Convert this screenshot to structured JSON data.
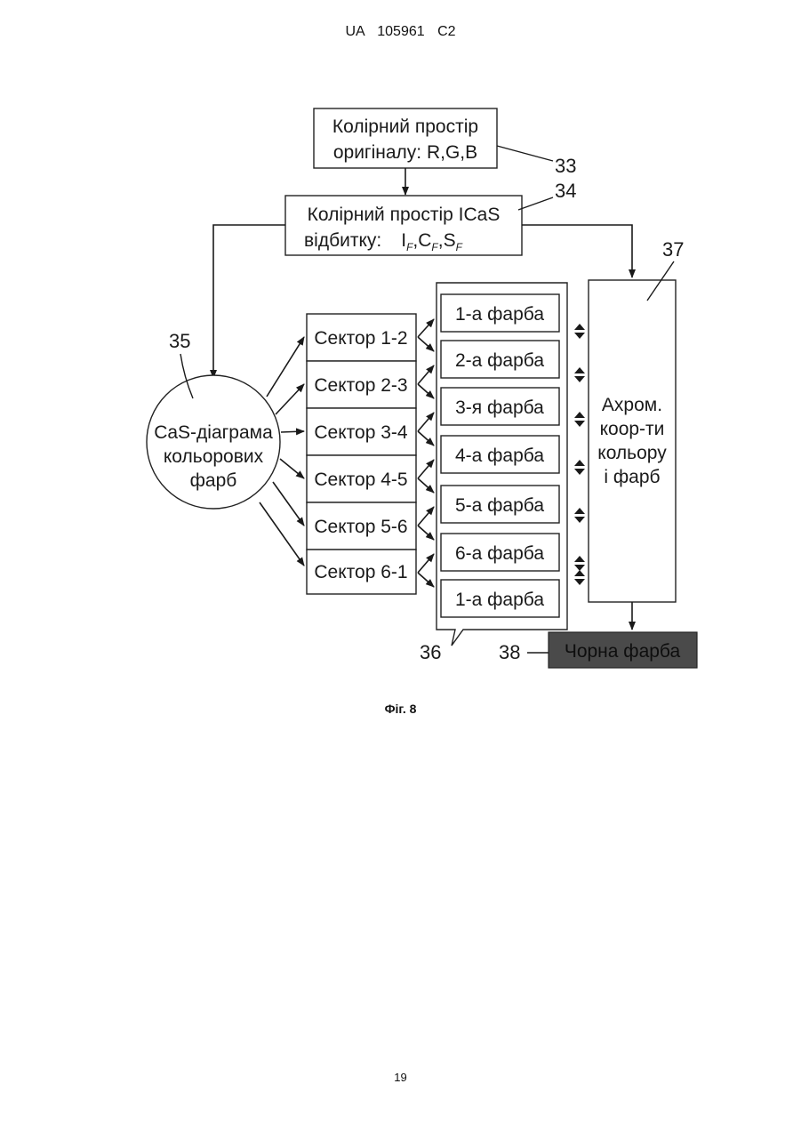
{
  "header": {
    "text": "UA   105961   C2"
  },
  "caption": "Фіг. 8",
  "page_number": "19",
  "diagram": {
    "original_space": {
      "line1": "Колірний простір",
      "line2": "оригіналу: R,G,B",
      "ref": "33"
    },
    "icas_space": {
      "line1": "Колірний простір ICaS",
      "line2_prefix": "відбитку:",
      "i": "I",
      "c": "C",
      "s": "S",
      "sub": "F",
      "sep": ",",
      "ref": "34"
    },
    "cas_diagram": {
      "line1": "CaS-діаграма",
      "line2": "кольорових",
      "line3": "фарб",
      "ref": "35"
    },
    "sectors": [
      "Сектор 1-2",
      "Сектор 2-3",
      "Сектор 3-4",
      "Сектор 4-5",
      "Сектор 5-6",
      "Сектор 6-1"
    ],
    "inks": [
      "1-а фарба",
      "2-а фарба",
      "3-я фарба",
      "4-а фарба",
      "5-а фарба",
      "6-а фарба",
      "1-а фарба"
    ],
    "inks_ref": "36",
    "achromatic": {
      "lines": [
        "Ахром.",
        "коор-ти",
        "кольору",
        "і фарб"
      ],
      "ref": "37"
    },
    "black_ink": {
      "label": "Чорна фарба",
      "ref": "38"
    },
    "colors": {
      "black_ink_fill": "#4a4a4a",
      "line": "#1a1a1a"
    }
  }
}
